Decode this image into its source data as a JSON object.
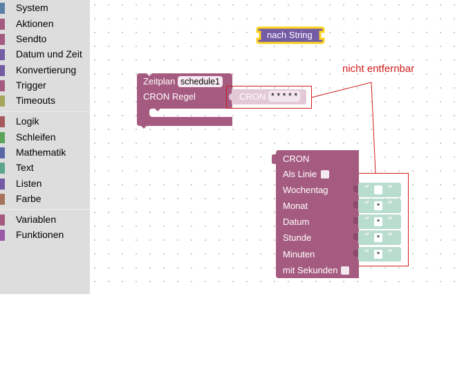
{
  "toolbox": {
    "groups": [
      [
        {
          "label": "System",
          "color": "#5b80a5"
        },
        {
          "label": "Aktionen",
          "color": "#a55b80"
        },
        {
          "label": "Sendto",
          "color": "#a55b80"
        },
        {
          "label": "Datum und Zeit",
          "color": "#745ba5"
        },
        {
          "label": "Konvertierung",
          "color": "#745ba5"
        },
        {
          "label": "Trigger",
          "color": "#a55b80"
        },
        {
          "label": "Timeouts",
          "color": "#a5a55b"
        }
      ],
      [
        {
          "label": "Logik",
          "color": "#a55b5b"
        },
        {
          "label": "Schleifen",
          "color": "#5ba55b"
        },
        {
          "label": "Mathematik",
          "color": "#5b67a5"
        },
        {
          "label": "Text",
          "color": "#5ba58c"
        },
        {
          "label": "Listen",
          "color": "#745ba5"
        },
        {
          "label": "Farbe",
          "color": "#a5745b"
        }
      ],
      [
        {
          "label": "Variablen",
          "color": "#a55b80"
        },
        {
          "label": "Funktionen",
          "color": "#995ba5"
        }
      ]
    ]
  },
  "workspace": {
    "nach_string": {
      "label": "nach String"
    },
    "schedule": {
      "title": "Zeitplan",
      "name": "schedule1",
      "cron_label": "CRON Regel",
      "cron_inline_label": "CRON",
      "cron_inline_value": "* * * * *"
    },
    "annotation": {
      "text": "nicht entfernbar",
      "color": "#d11a1a"
    },
    "cron_block": {
      "title": "CRON",
      "als_linie": "Als Linie",
      "rows": [
        {
          "label": "Wochentag",
          "value": ""
        },
        {
          "label": "Monat",
          "value": "*"
        },
        {
          "label": "Datum",
          "value": "*"
        },
        {
          "label": "Stunde",
          "value": "*"
        },
        {
          "label": "Minuten",
          "value": "*"
        }
      ],
      "mit_sekunden": "mit Sekunden",
      "quote_open": "“",
      "quote_close": "”"
    },
    "colors": {
      "block_purple": "#a55b80",
      "datetime_purple": "#745ba5",
      "text_green": "#b8dccd",
      "highlight_yellow": "#fed21d"
    }
  }
}
